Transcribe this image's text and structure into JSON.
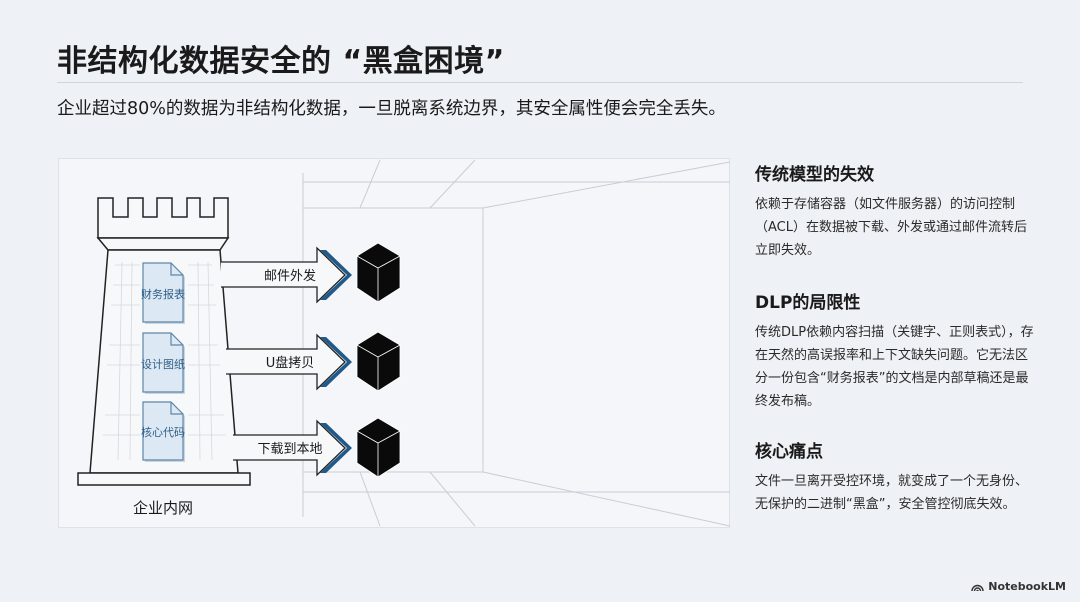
{
  "title": "非结构化数据安全的 “黑盒困境”",
  "subtitle": "企业超过80%的数据为非结构化数据，一旦脱离系统边界，其安全属性便会完全丢失。",
  "diagram": {
    "documents": [
      "财务报表",
      "设计图纸",
      "核心代码"
    ],
    "arrows": [
      "邮件外发",
      "U盘拷贝",
      "下载到本地"
    ],
    "tower_label": "企业内网",
    "colors": {
      "accent": "#1f5a8a",
      "doc_fill": "#dce8f3",
      "cube": "#0a0a0a"
    }
  },
  "sections": [
    {
      "heading": "传统模型的失效",
      "body": "依赖于存储容器（如文件服务器）的访问控制（ACL）在数据被下载、外发或通过邮件流转后立即失效。"
    },
    {
      "heading": "DLP的局限性",
      "body": "传统DLP依赖内容扫描（关键字、正则表式），存在天然的高误报率和上下文缺失问题。它无法区分一份包含“财务报表”的文档是内部草稿还是最终发布稿。"
    },
    {
      "heading": "核心痛点",
      "body": "文件一旦离开受控环境，就变成了一个无身份、无保护的二进制“黑盒”，安全管控彻底失效。"
    }
  ],
  "brand": "NotebookLM"
}
